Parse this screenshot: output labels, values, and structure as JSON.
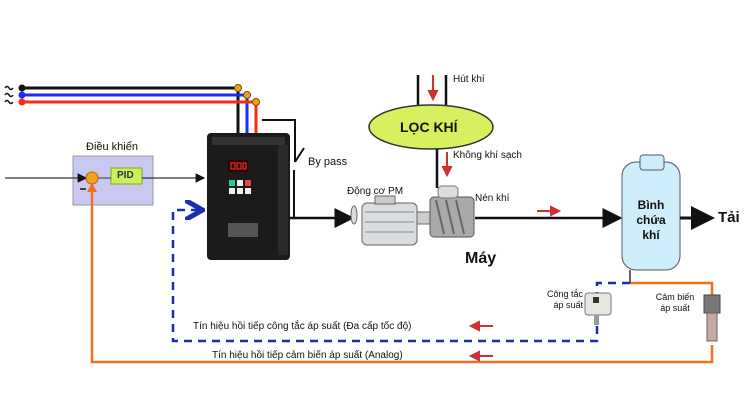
{
  "labels": {
    "controller": "Điều khiển",
    "pid": "PID",
    "bypass": "By pass",
    "filter": "LỌC KHÍ",
    "intake": "Hút khí",
    "clean_air": "Không khí sạch",
    "motor": "Động cơ PM",
    "compress": "Nén khí",
    "machine": "Máy",
    "tank": "Bình chứa khí",
    "load": "Tải",
    "pressure_switch": "Công tắc áp suất",
    "pressure_sensor": "Cảm biến áp suất",
    "feedback_switch": "Tín hiệu hồi tiếp công tắc áp suất (Đa cấp tốc độ)",
    "feedback_sensor": "Tín hiệu hồi tiếp cảm biến áp suất (Analog)"
  },
  "colors": {
    "phase1": "#111111",
    "phase2": "#1a2cff",
    "phase3": "#ff2a10",
    "analog": "#f07020",
    "switch_signal": "#1a2cb0",
    "filter": "#d8f060",
    "tank": "#cdeefa",
    "controller": "#c8c8f0",
    "pid": "#c8f060",
    "flow_arrow": "#d03030"
  }
}
